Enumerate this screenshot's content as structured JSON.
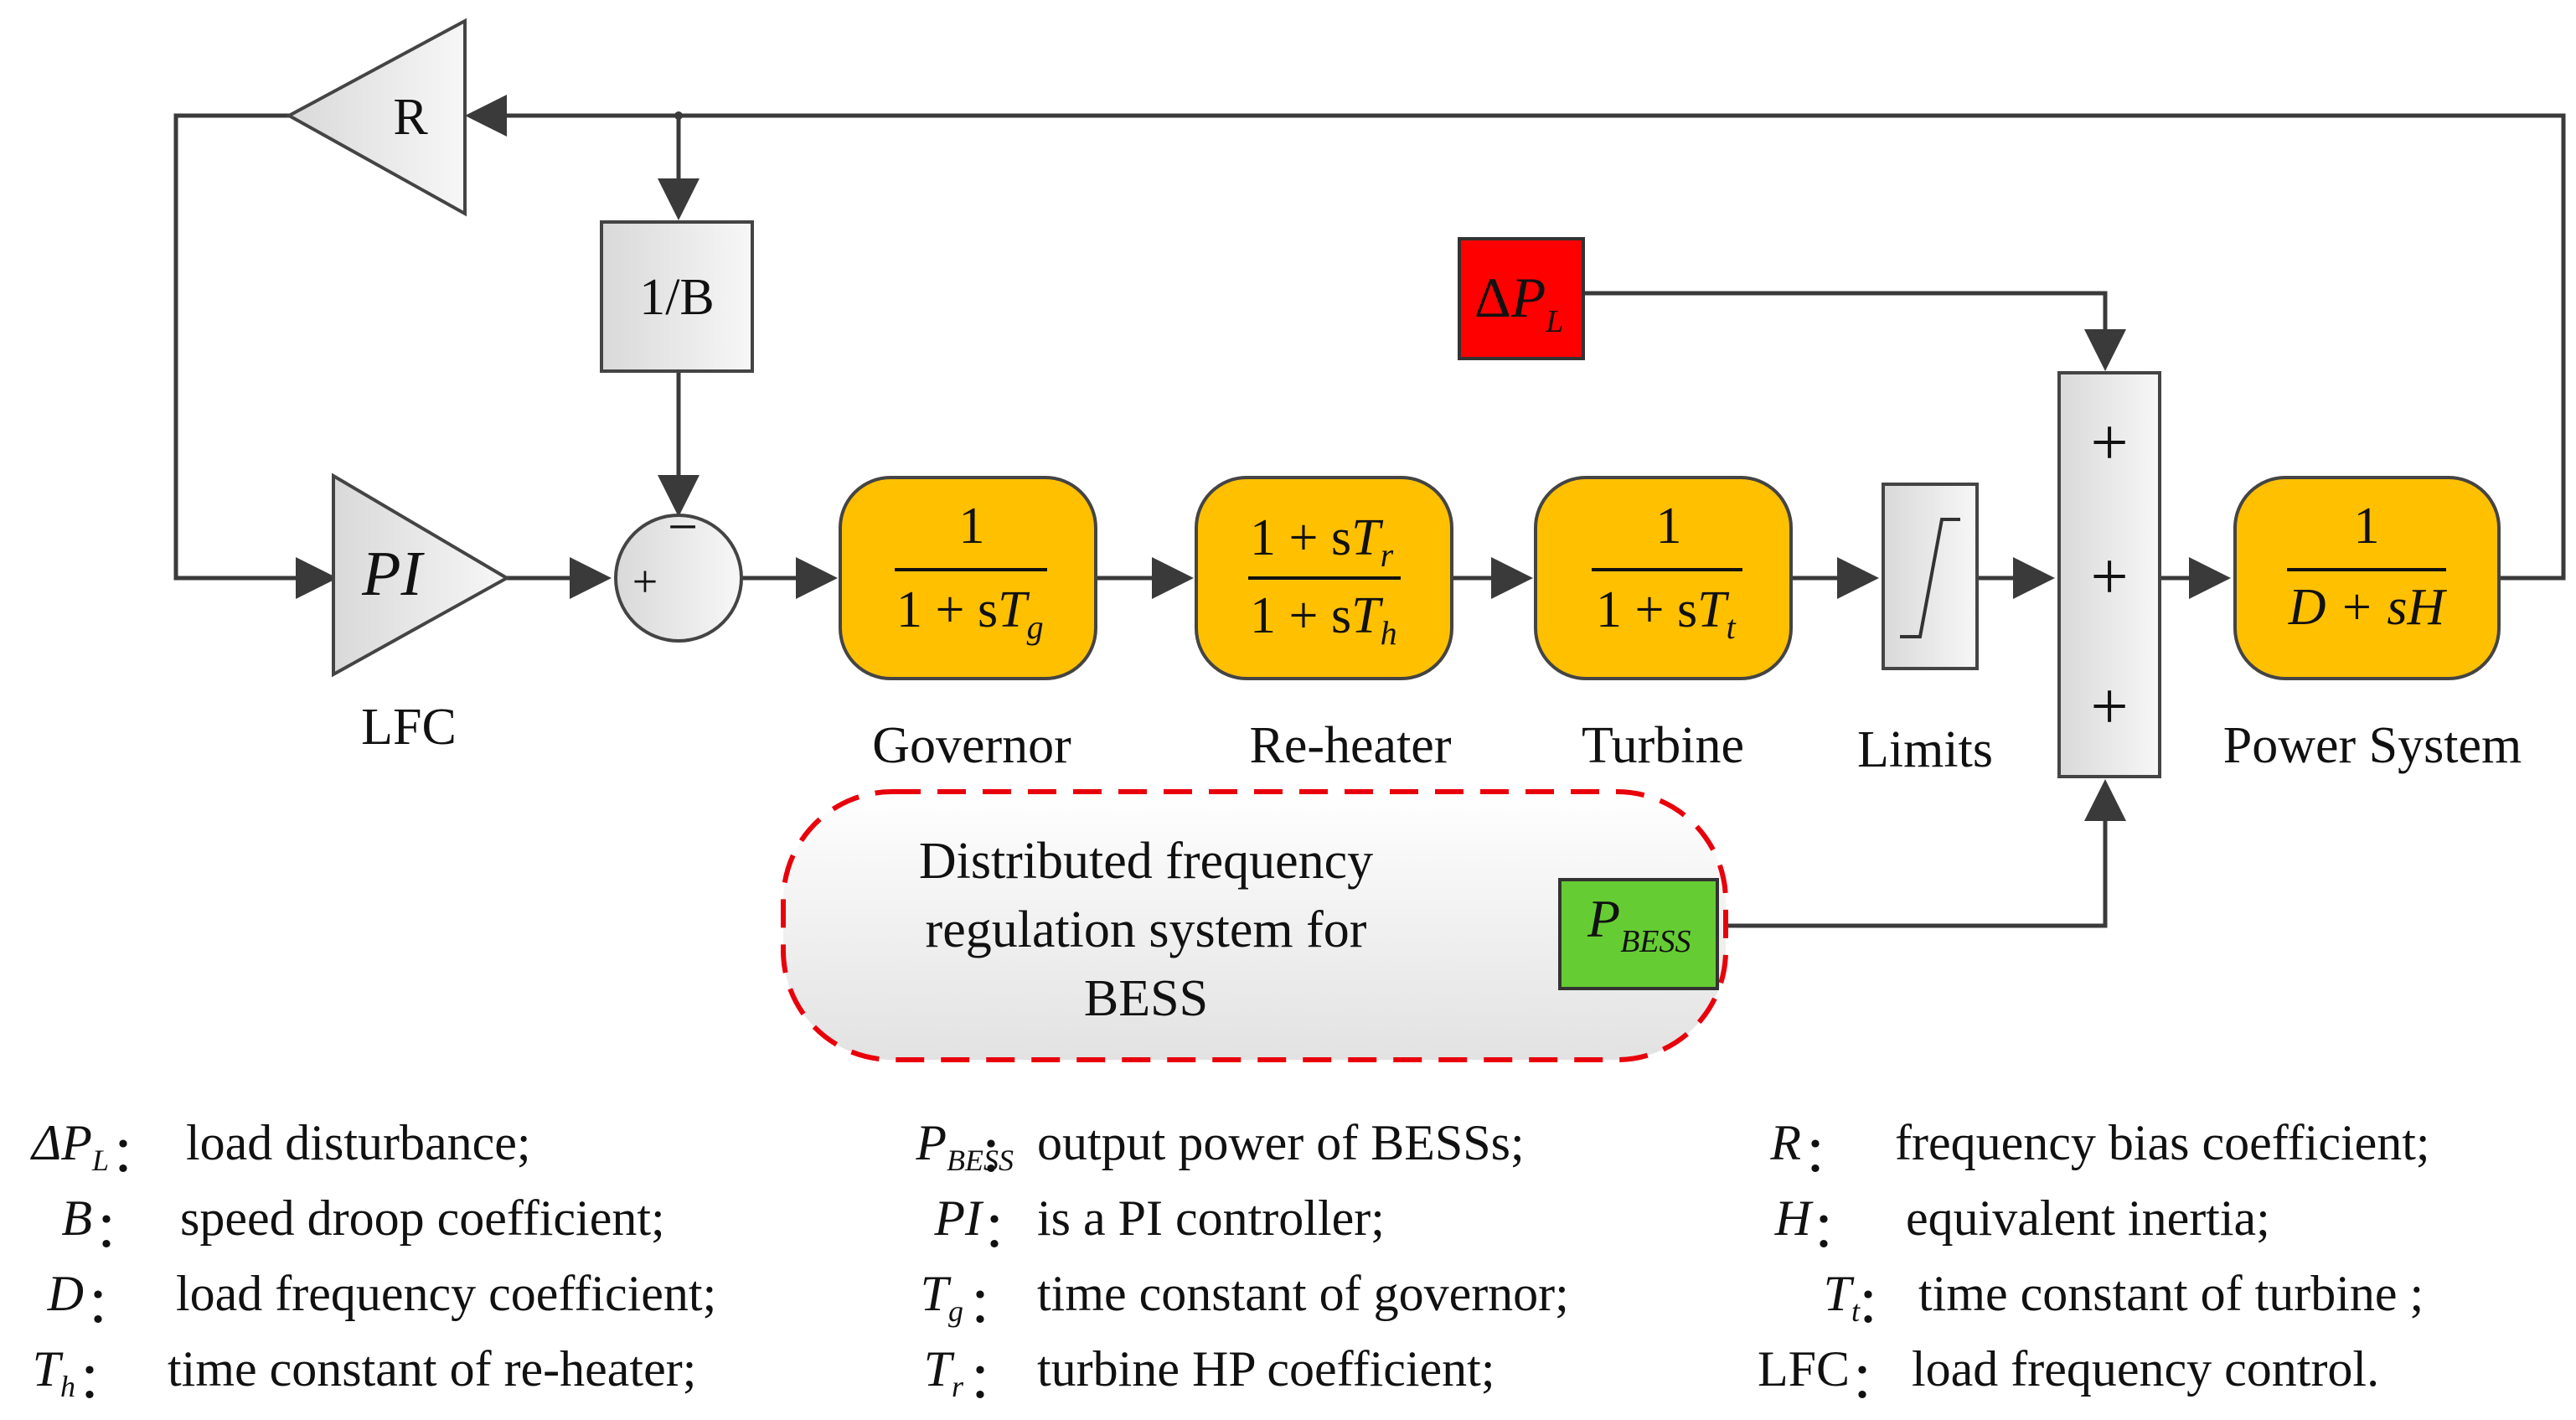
{
  "blocks": {
    "r_gain": "R",
    "one_over_b": "1/B",
    "pi_gain": "PI",
    "lfc_label": "LFC",
    "sum_minus": "−",
    "sum_plus": "+",
    "governor": {
      "num": "1",
      "den_prefix": "1 + s",
      "den_var": "T",
      "den_sub": "g",
      "label": "Governor"
    },
    "reheater": {
      "num_prefix": "1 + s",
      "num_var": "T",
      "num_sub": "r",
      "den_prefix": "1 + s",
      "den_var": "T",
      "den_sub": "h",
      "label": "Re-heater"
    },
    "turbine": {
      "num": "1",
      "den_prefix": "1 + s",
      "den_var": "T",
      "den_sub": "t",
      "label": "Turbine"
    },
    "limits_label": "Limits",
    "summer_signs": [
      "+",
      "+",
      "+"
    ],
    "power_system": {
      "num": "1",
      "den": "D + sH",
      "label": "Power System"
    },
    "delta_pl": {
      "delta": "Δ",
      "var": "P",
      "sub": "L"
    },
    "p_bess": {
      "var": "P",
      "sub": "BESS"
    },
    "bess_region": [
      "Distributed frequency",
      "regulation system for",
      "BESS"
    ]
  },
  "colors": {
    "orange_block": "#FFC000",
    "red_block": "#FF0000",
    "green_block": "#66CC33",
    "dashed_region": "#E8000B",
    "gray_block": "#EDEDED"
  },
  "legend": [
    [
      {
        "sym": "ΔP",
        "sub": "L",
        "text": "load disturbance;"
      },
      {
        "sym": "P",
        "sub": "BESS",
        "text": "output power  of BESSs;"
      },
      {
        "sym": "R",
        "sub": "",
        "text": "frequency bias coefficient;"
      }
    ],
    [
      {
        "sym": "B",
        "sub": "",
        "text": "speed droop coefficient;"
      },
      {
        "sym": "PI",
        "sub": "",
        "text": "is a PI controller;"
      },
      {
        "sym": "H",
        "sub": "",
        "text": "equivalent inertia;"
      }
    ],
    [
      {
        "sym": "D",
        "sub": "",
        "text": "load frequency coefficient;"
      },
      {
        "sym": "T",
        "sub": "g",
        "text": "time constant of governor;"
      },
      {
        "sym": "T",
        "sub": "t",
        "text": "time constant of turbine ;"
      }
    ],
    [
      {
        "sym": "T",
        "sub": "h",
        "text": "time constant of re-heater;"
      },
      {
        "sym": "T",
        "sub": "r",
        "text": "turbine HP coefficient;"
      },
      {
        "sym": "LFC",
        "sub": "",
        "text": "load frequency control."
      }
    ]
  ],
  "legend_colon": "："
}
